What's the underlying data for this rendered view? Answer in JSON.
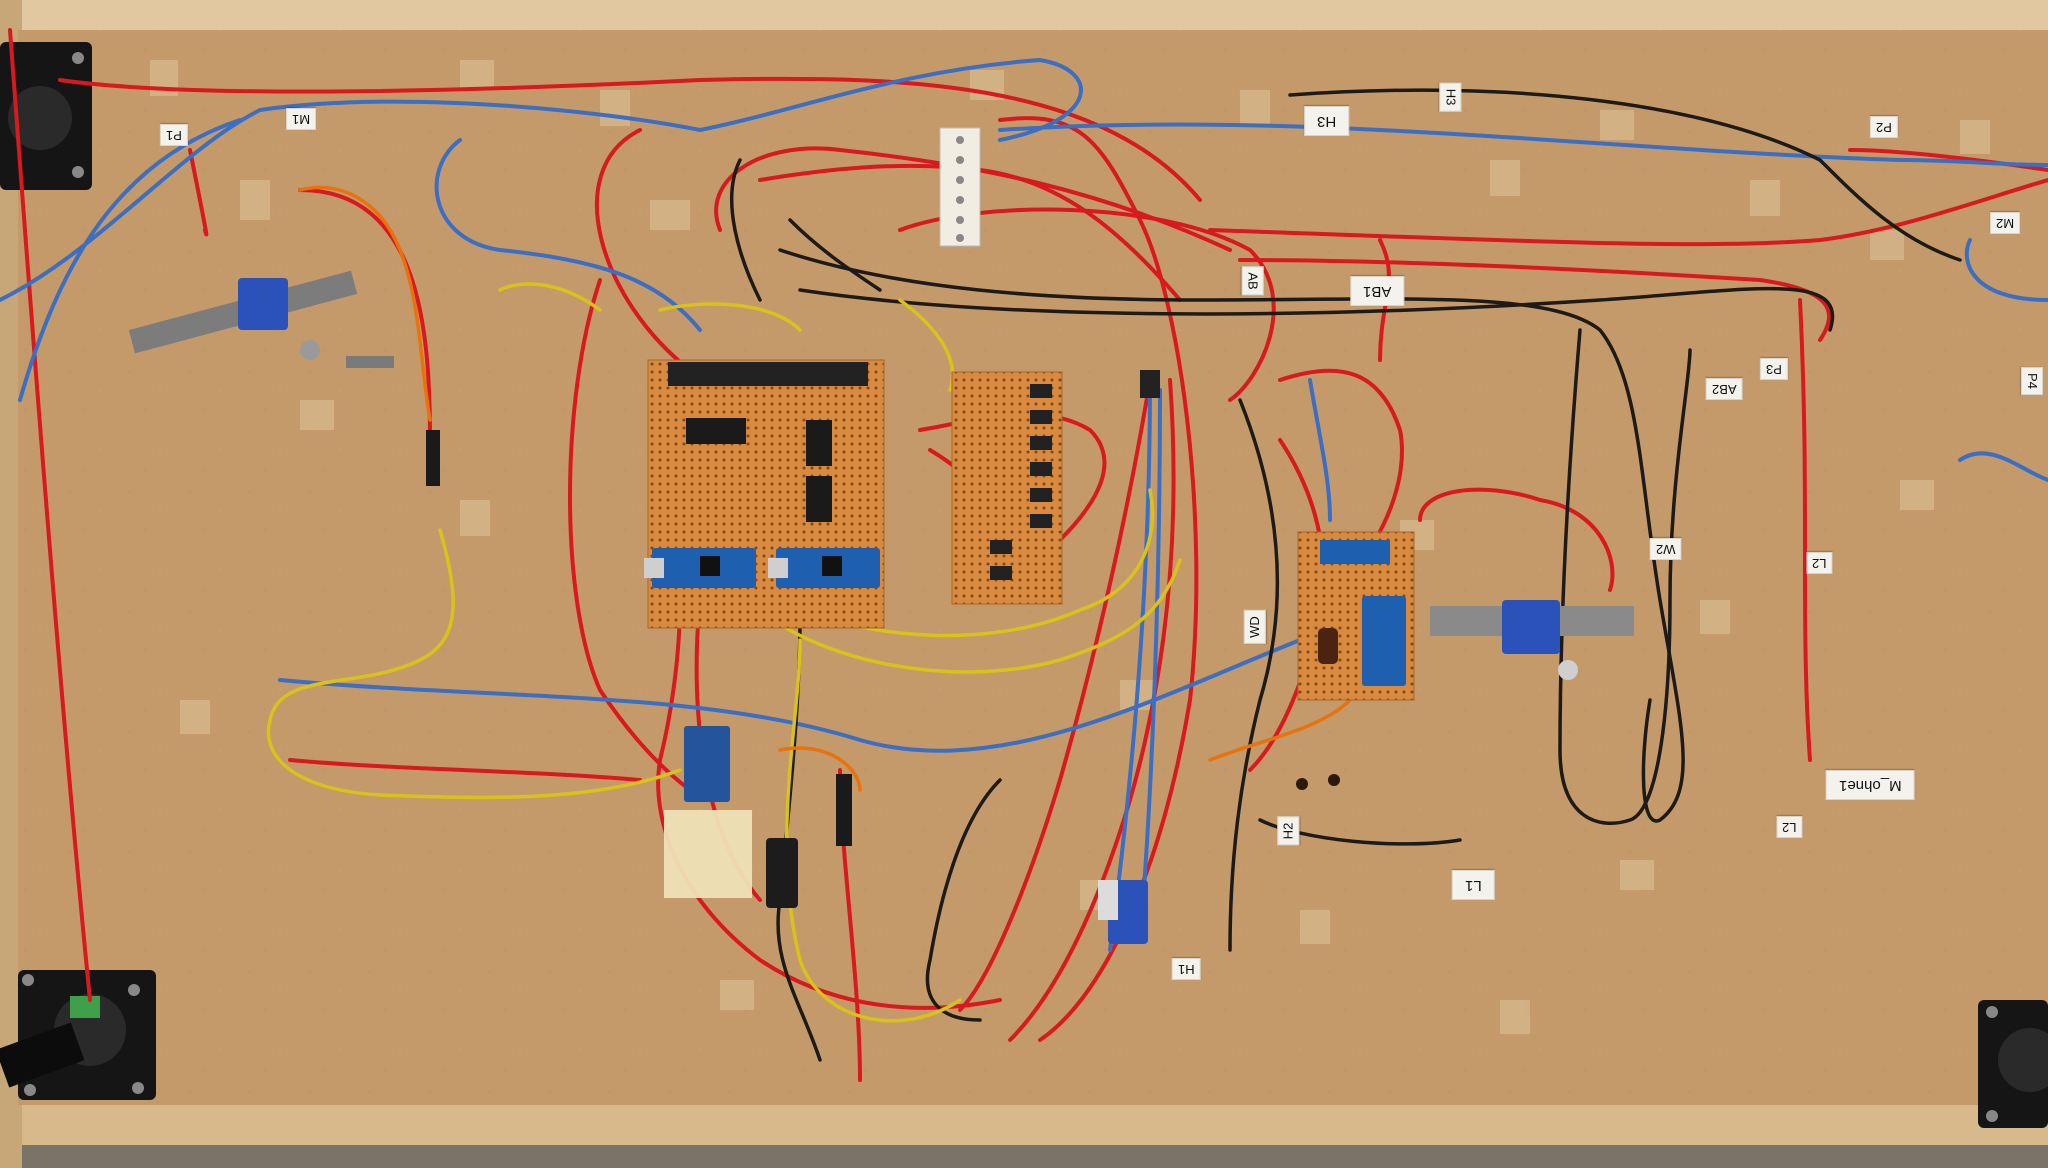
{
  "labels": {
    "m1": "M1",
    "p1": "P1",
    "h3": "H3",
    "h3b": "H3",
    "p2": "P2",
    "m2": "M2",
    "ab1": "AB1",
    "ab_small": "AB",
    "p3": "P3",
    "ab2": "AB2",
    "p4": "P4",
    "w2": "W2",
    "l2_mid": "L2",
    "m_ohne1": "M_ohne1",
    "l2": "L2",
    "l1": "L1",
    "h1": "H1",
    "wd": "WD",
    "h2": "H2"
  },
  "colors": {
    "board": "#c49a6c",
    "frame": "#d8b98c",
    "wire_red": "#d8191f",
    "wire_blue": "#3a6fc4",
    "wire_black": "#1d1a17",
    "wire_yellow": "#d9c21a",
    "wire_orange": "#e8720c",
    "pcb": "#d98a3e",
    "arduino": "#1f5fb0",
    "servo": "#2b52b8"
  }
}
